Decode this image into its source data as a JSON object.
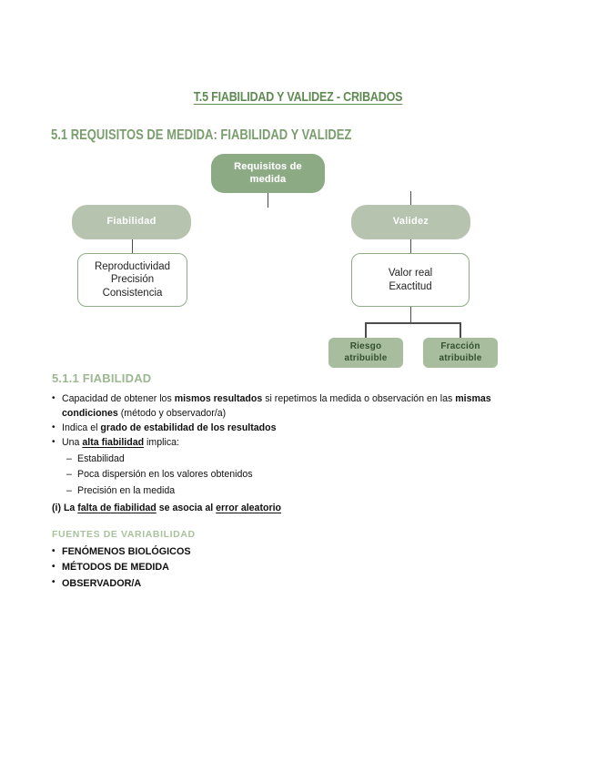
{
  "document": {
    "title": "T.5 FIABILIDAD Y VALIDEZ - CRIBADOS",
    "section_title": "5.1 REQUISITOS DE MEDIDA: FIABILIDAD Y VALIDEZ",
    "subsection_title": "5.1.1 FIABILIDAD",
    "sources_title": "FUENTES DE VARIABILIDAD"
  },
  "colors": {
    "heading_green": "#5f8a52",
    "section_green": "#7a9e6e",
    "subsection_green": "#9cb890",
    "node_root_fill": "#8cab84",
    "node_pale_fill": "#b4c1ac",
    "node_outline_border": "#8fae87",
    "node_leaf_fill": "#a7bd9e",
    "node_leaf_text": "#33502c",
    "connector": "#4c4c4c"
  },
  "diagram": {
    "nodes": {
      "root": "Requisitos de\nmedida",
      "fiabilidad": "Fiabilidad",
      "validez": "Validez",
      "reproductividad": "Reproductividad\nPrecisión\nConsistencia",
      "valor_real": "Valor real\nExactitud",
      "riesgo": "Riesgo\natribuible",
      "fraccion": "Fracción\natribuible"
    }
  },
  "body": {
    "bullet1": {
      "pre": "Capacidad de obtener los ",
      "bold1": "mismos resultados",
      "mid": " si repetimos la medida o observación en las ",
      "bold2": "mismas condiciones",
      "post": " (método y observador/a)"
    },
    "bullet2": {
      "pre": "Indica el ",
      "bold": "grado de estabilidad de los resultados"
    },
    "bullet3": {
      "pre": "Una ",
      "bold_underline": "alta fiabilidad",
      "post": " implica:"
    },
    "sub_items": [
      "Estabilidad",
      "Poca dispersión en los valores obtenidos",
      "Precisión en la medida"
    ],
    "note": {
      "prefix": "(i) La ",
      "underline1": "falta de fiabilidad",
      "mid": " se asocia al ",
      "underline2": "error aleatorio"
    },
    "sources": [
      "FENÓMENOS BIOLÓGICOS",
      "MÉTODOS DE MEDIDA",
      "OBSERVADOR/A"
    ]
  }
}
